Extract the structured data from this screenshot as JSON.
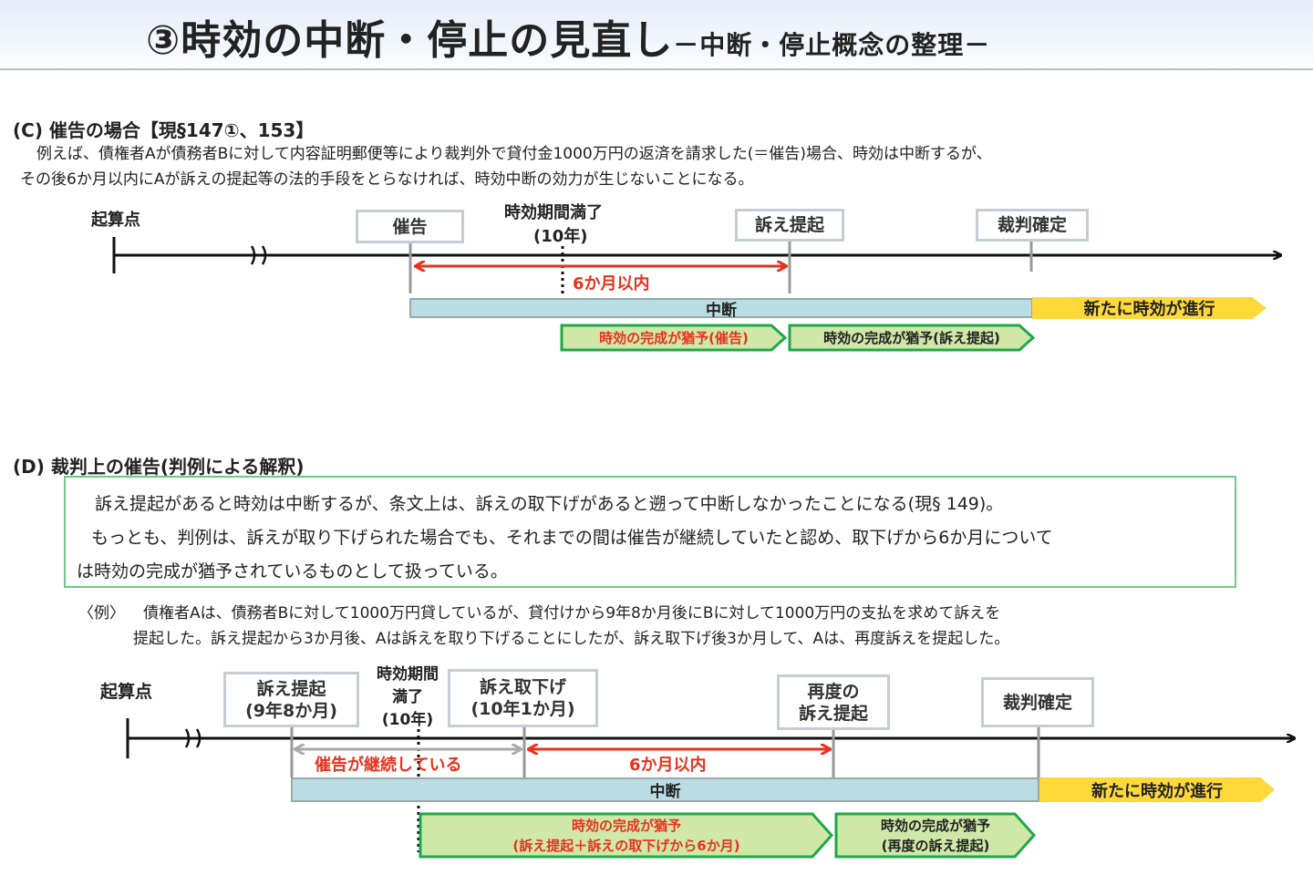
{
  "header": {
    "title": "③時効の中断・停止の見直し",
    "subtitle": "－中断・停止概念の整理－"
  },
  "section_c": {
    "heading": "(C)  催告の場合【現§147①、153】",
    "text_line1": "例えば、債権者Aが債務者Bに対して内容証明郵便等により裁判外で貸付金1000万円の返済を請求した(＝催告)場合、時効は中断するが、",
    "text_line2": "その後6か月以内にAが訴えの提起等の法的手段をとらなければ、時効中断の効力が生じないことになる。",
    "timeline": {
      "start": "起算点",
      "saikoku": "催告",
      "expiry_line1": "時効期間満了",
      "expiry_line2": "(10年)",
      "suit": "訴え提起",
      "judgment": "裁判確定",
      "six_months": "6か月以内",
      "interruption": "中断",
      "new_period": "新たに時効が進行",
      "suspend1": "時効の完成が猶予(催告)",
      "suspend2": "時効の完成が猶予(訴え提起)"
    }
  },
  "section_d": {
    "heading": "(D)  裁判上の催告(判例による解釈)",
    "box_line1": "訴え提起があると時効は中断するが、条文上は、訴えの取下げがあると遡って中断しなかったことになる(現§ 149)。",
    "box_line2": "もっとも、判例は、訴えが取り下げられた場合でも、それまでの間は催告が継続していたと認め、取下げから6か月について",
    "box_line3": "は時効の完成が猶予されているものとして扱っている。",
    "example_label": "〈例〉",
    "example_line1": "債権者Aは、債務者Bに対して1000万円貸しているが、貸付けから9年8か月後にBに対して1000万円の支払を求めて訴えを",
    "example_line2": "提起した。訴え提起から3か月後、Aは訴えを取り下げることにしたが、訴え取下げ後3か月して、Aは、再度訴えを提起した。",
    "timeline": {
      "start": "起算点",
      "suit_line1": "訴え提起",
      "suit_line2": "(9年8か月)",
      "expiry_line1": "時効期間",
      "expiry_line2": "満了",
      "expiry_line3": "(10年)",
      "withdraw_line1": "訴え取下げ",
      "withdraw_line2": "(10年1か月)",
      "resuit_line1": "再度の",
      "resuit_line2": "訴え提起",
      "judgment": "裁判確定",
      "continuing": "催告が継続している",
      "six_months": "6か月以内",
      "interruption": "中断",
      "new_period": "新たに時効が進行",
      "suspend1_line1": "時効の完成が猶予",
      "suspend1_line2": "(訴え提起＋訴えの取下げから6か月)",
      "suspend2_line1": "時効の完成が猶予",
      "suspend2_line2": "(再度の訴え提起)"
    }
  },
  "colors": {
    "red": "#e8321e",
    "green_border": "#1fa84a",
    "green_fill": "#cfe8a8",
    "bar": "#b9dde3",
    "yellow": "#ffd83a"
  }
}
